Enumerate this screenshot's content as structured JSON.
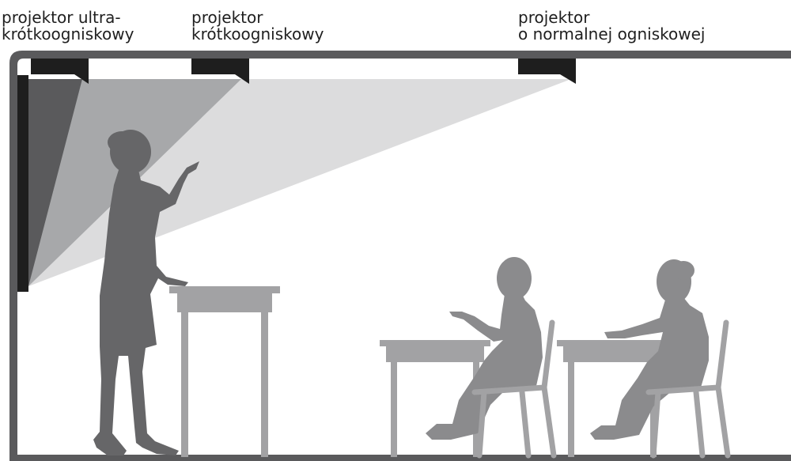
{
  "labels": {
    "ultra_short": {
      "line1": "projektor ultra-",
      "line2": "krótkoogniskowy"
    },
    "short": {
      "line1": "projektor",
      "line2": "krótkoogniskowy"
    },
    "normal": {
      "line1": "projektor",
      "line2": "o normalnej ogniskowej"
    }
  },
  "colors": {
    "frame": "#5a5a5c",
    "screen": "#1e1e1e",
    "projector": "#1e1e1e",
    "beam_ultra": "#5a5a5c",
    "beam_short": "#a7a8aa",
    "beam_normal": "#dcdcdd",
    "teacher": "#666668",
    "student": "#8b8b8d",
    "furniture": "#a2a2a4",
    "background": "#ffffff"
  }
}
